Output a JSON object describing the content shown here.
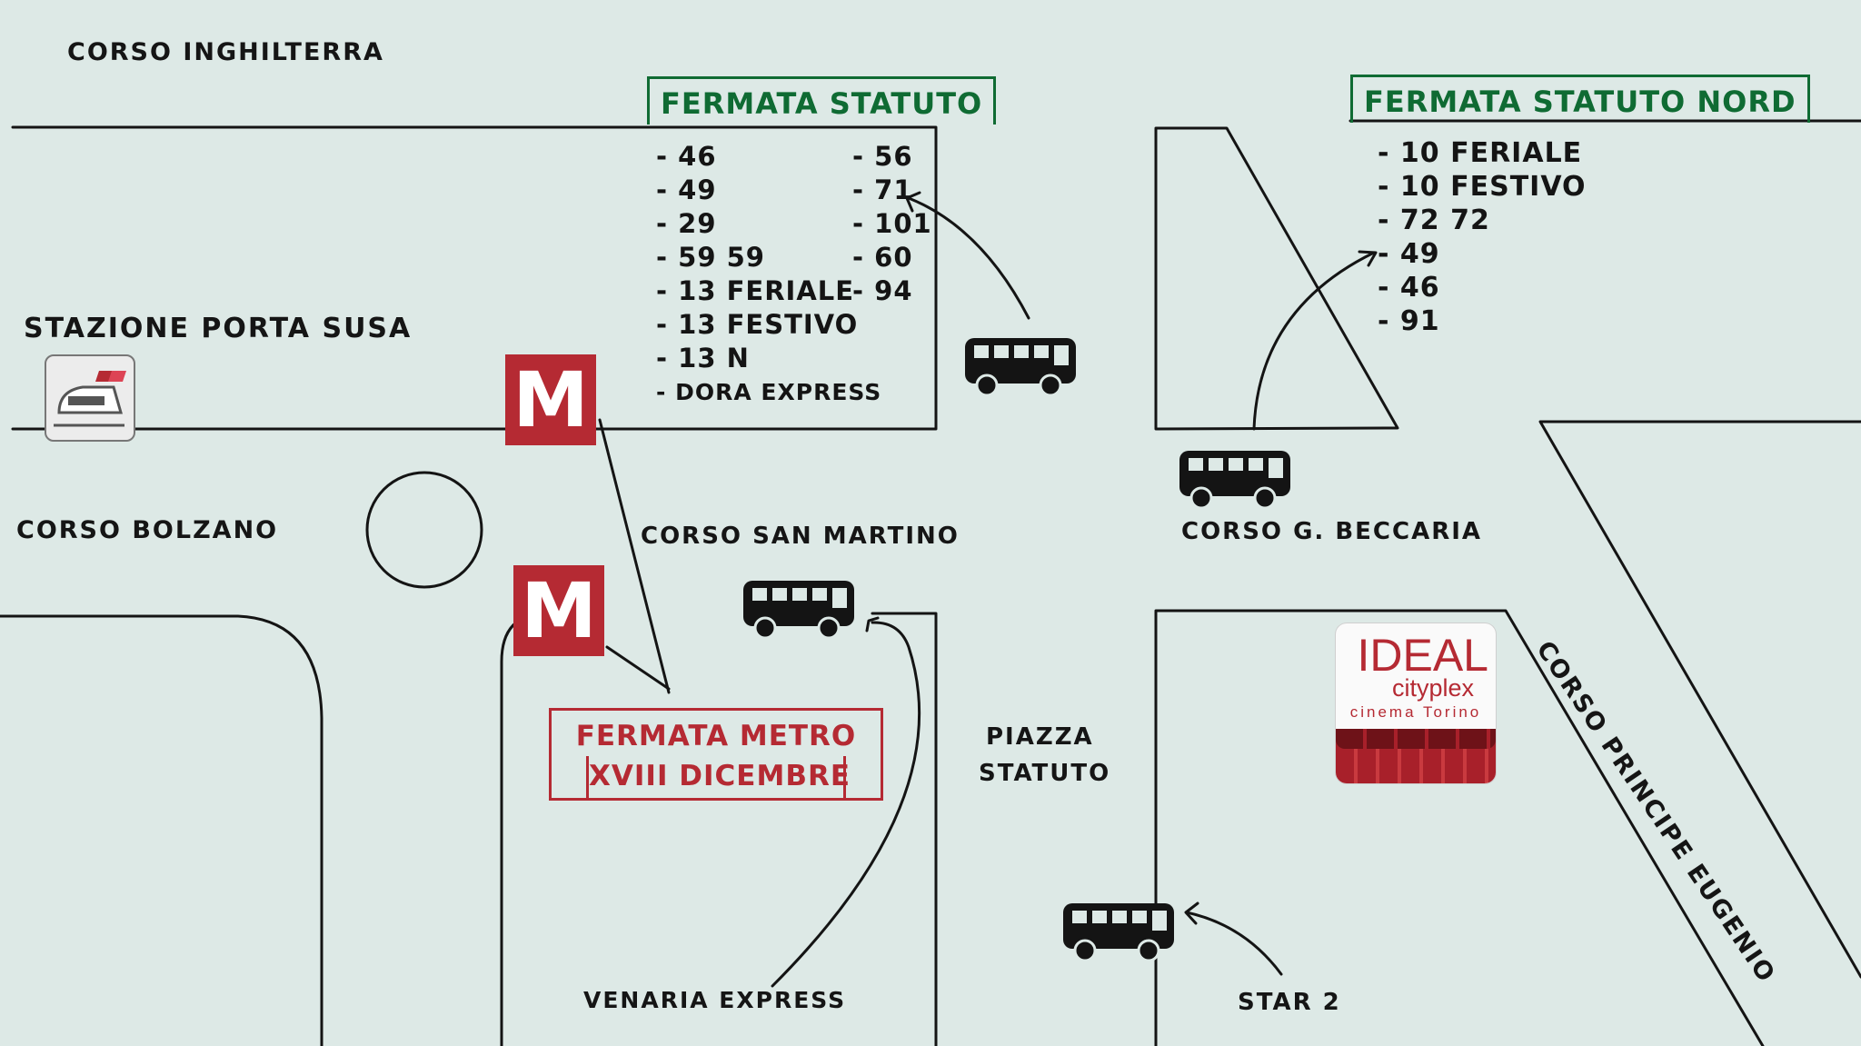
{
  "streets": {
    "corso_inghilterra": "CORSO INGHILTERRA",
    "stazione_porta_susa": "STAZIONE PORTA SUSA",
    "corso_bolzano": "CORSO BOLZANO",
    "corso_san_martino": "CORSO SAN MARTINO",
    "corso_g_beccaria": "CORSO G. BECCARIA",
    "piazza_statuto_line1": "PIAZZA",
    "piazza_statuto_line2": "STATUTO",
    "corso_principe_eugenio": "CORSO PRINCIPE EUGENIO"
  },
  "stops": {
    "statuto": {
      "title": "FERMATA STATUTO",
      "routes_left": [
        "46",
        "49",
        "29",
        "59 59",
        "13 FERIALE",
        "13 FESTIVO",
        "13 N",
        "DORA EXPRESS"
      ],
      "routes_right": [
        "56",
        "71",
        "101",
        "60",
        "94"
      ]
    },
    "statuto_nord": {
      "title": "FERMATA STATUTO NORD",
      "routes": [
        "10 FERIALE",
        "10 FESTIVO",
        "72 72",
        "49",
        "46",
        "91"
      ]
    },
    "metro": {
      "title_line1": "FERMATA METRO",
      "title_line2": "XVIII DICEMBRE",
      "icon_letter": "M"
    },
    "venaria": {
      "label": "VENARIA EXPRESS"
    },
    "star2": {
      "label": "STAR 2"
    }
  },
  "landmarks": {
    "ideal": {
      "name": "IDEAL",
      "sub": "cityplex",
      "tagline": "cinema Torino"
    }
  },
  "icons": {
    "bus": "bus-icon",
    "metro": "metro-icon",
    "train": "train-station-icon",
    "logo": "ideal-cityplex-logo"
  },
  "colors": {
    "background": "#dde9e6",
    "stop_green": "#0f6b33",
    "metro_red": "#b52a33",
    "ink": "#141414"
  }
}
